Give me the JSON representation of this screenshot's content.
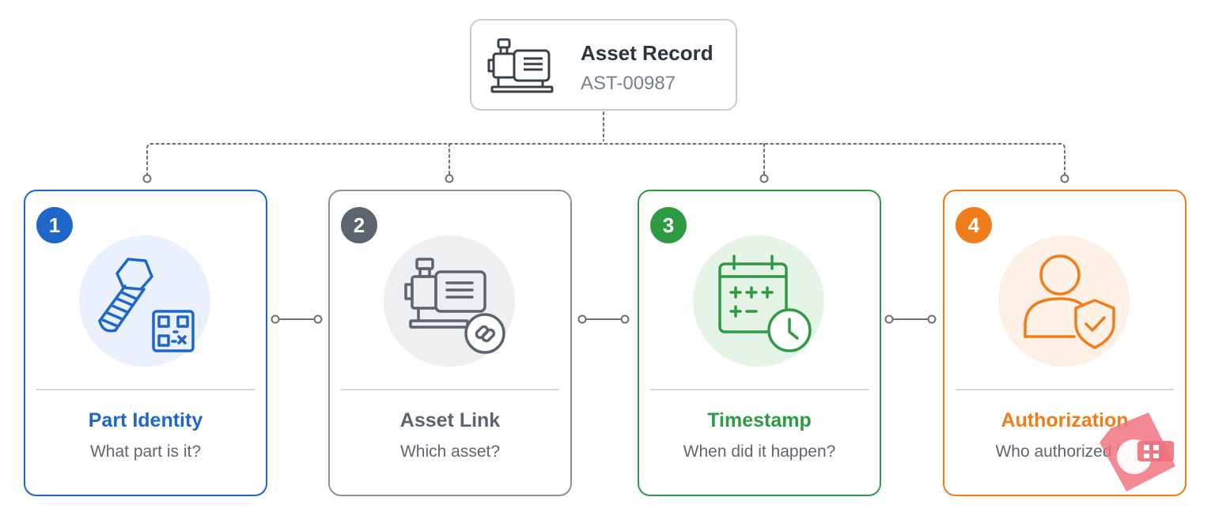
{
  "asset": {
    "title": "Asset Record",
    "id": "AST-00987",
    "icon": "motor-pump-icon"
  },
  "steps": [
    {
      "number": "1",
      "title": "Part Identity",
      "subtitle": "What part is it?",
      "color": "#1f66c9",
      "tint": "#eaf1fc",
      "icon": "bolt-qr-code-icon"
    },
    {
      "number": "2",
      "title": "Asset Link",
      "subtitle": "Which asset?",
      "color": "#5c6470",
      "tint": "#eeeff1",
      "icon": "motor-link-icon"
    },
    {
      "number": "3",
      "title": "Timestamp",
      "subtitle": "When did it happen?",
      "color": "#2e9a44",
      "tint": "#e6f4e8",
      "icon": "calendar-clock-icon"
    },
    {
      "number": "4",
      "title": "Authorization",
      "subtitle": "Who authorized it?",
      "color": "#f07d1c",
      "tint": "#fdf0e4",
      "icon": "user-shield-icon"
    }
  ],
  "colors": {
    "connector": "#6b717a",
    "border_neutral": "#c9ccd1"
  }
}
